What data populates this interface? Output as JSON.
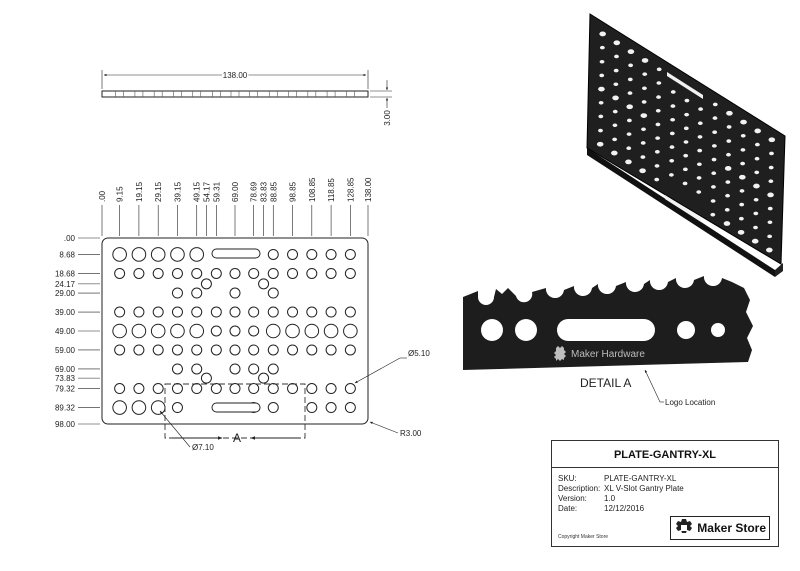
{
  "top_view": {
    "width_label": "138.00",
    "thickness_label": "3.00"
  },
  "front_view": {
    "x_dims": [
      ".00",
      "9.15",
      "19.15",
      "29.15",
      "39.15",
      "49.15",
      "54.17",
      "59.31",
      "69.00",
      "78.69",
      "83.83",
      "88.85",
      "98.85",
      "108.85",
      "118.85",
      "128.85",
      "138.00"
    ],
    "y_dims": [
      ".00",
      "8.68",
      "18.68",
      "24.17",
      "29.00",
      "39.00",
      "49.00",
      "59.00",
      "69.00",
      "73.83",
      "79.32",
      "89.32",
      "98.00"
    ],
    "hole_small": "Ø5.10",
    "hole_large": "Ø7.10",
    "corner_radius": "R3.00",
    "section_letter": "A"
  },
  "detail": {
    "logo_text": "Maker Hardware",
    "label": "DETAIL  A",
    "logo_callout": "Logo Location"
  },
  "title_block": {
    "title": "PLATE-GANTRY-XL",
    "fields": [
      {
        "key": "SKU:",
        "value": "PLATE-GANTRY-XL"
      },
      {
        "key": "Description:",
        "value": "XL V-Slot Gantry Plate"
      },
      {
        "key": "Version:",
        "value": "1.0"
      },
      {
        "key": "Date:",
        "value": "12/12/2016"
      }
    ],
    "copyright": "Copyright Maker Store",
    "brand": "Maker Store"
  }
}
